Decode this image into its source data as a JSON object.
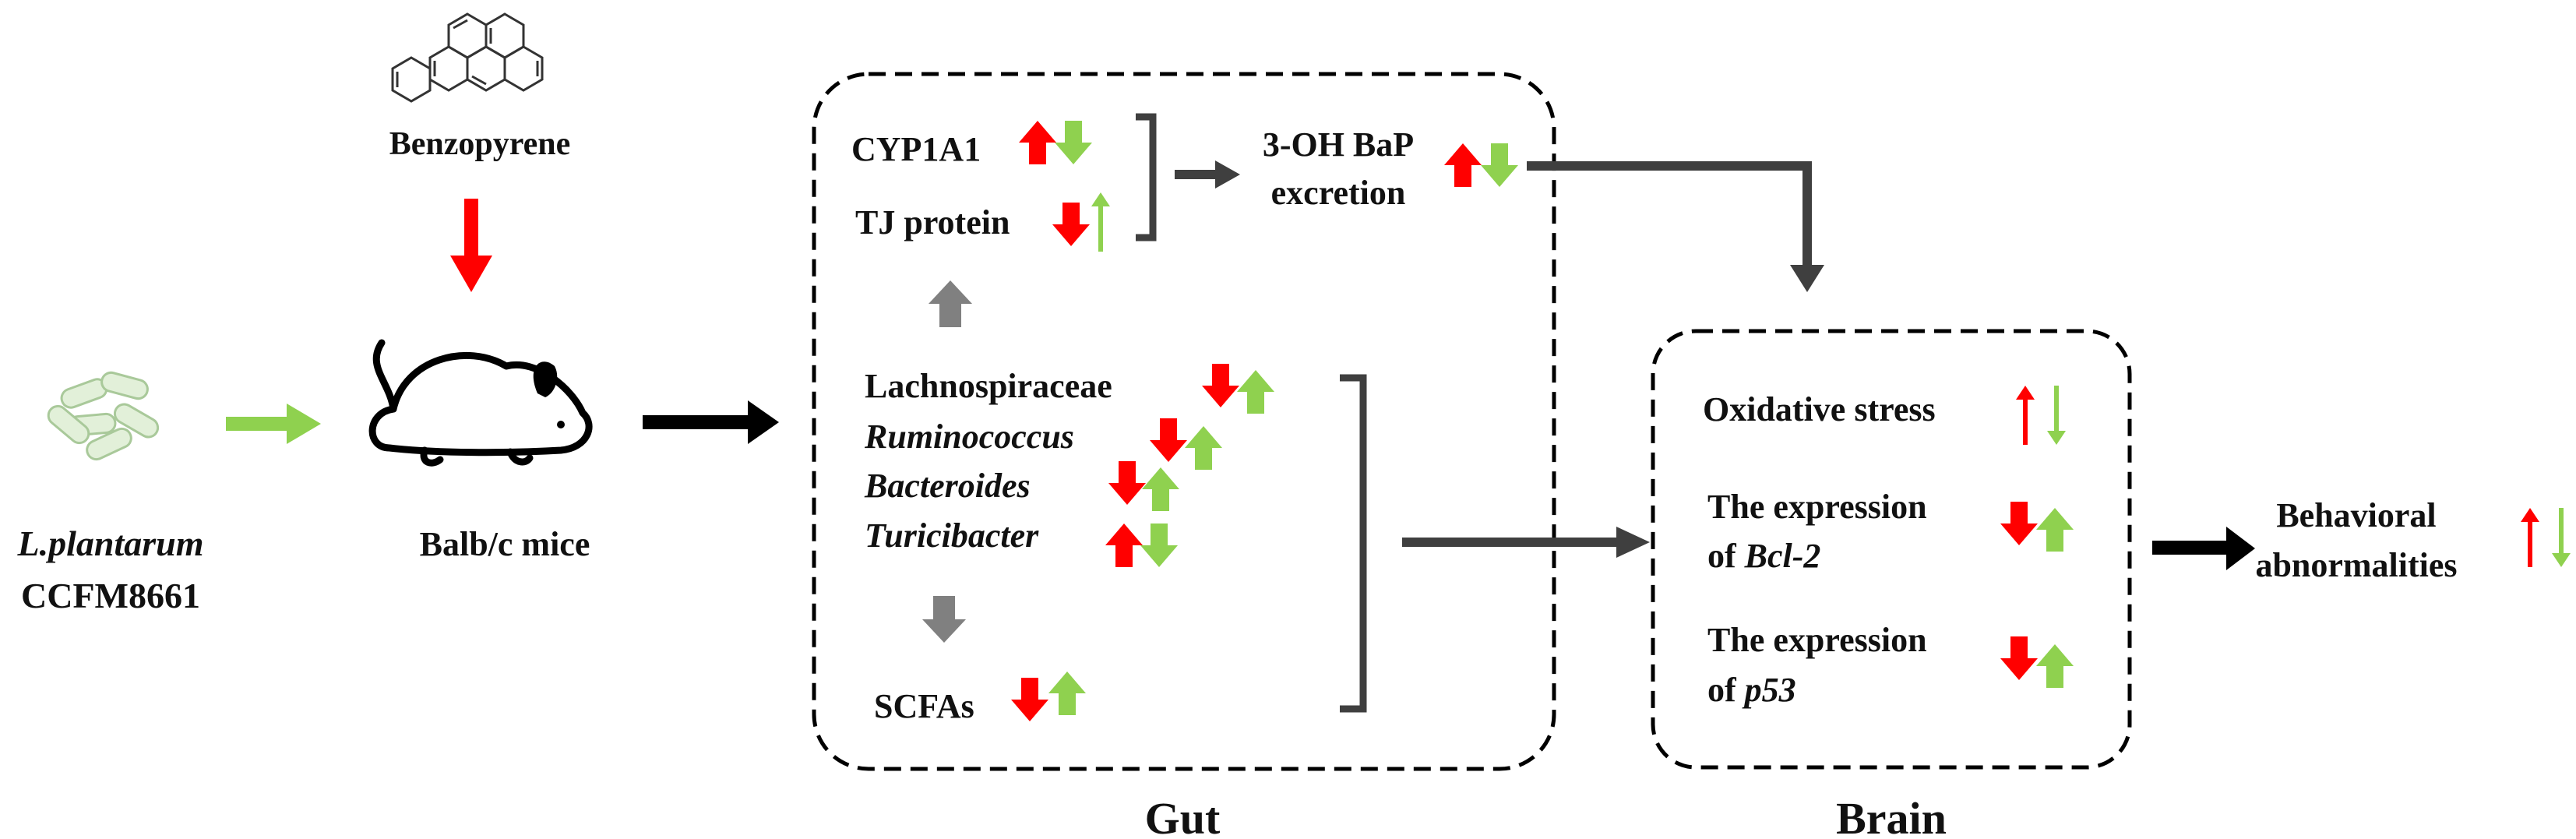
{
  "colors": {
    "up": "#ff0000",
    "down_green": "#8fd14f",
    "black": "#111111",
    "grey": "#808080",
    "dark": "#3f3f3f",
    "bacteria_fill": "#e2f0d9",
    "bacteria_stroke": "#a9c99a"
  },
  "inputs": {
    "compound_label": "Benzopyrene",
    "probiotic_name": "L.plantarum",
    "probiotic_strain": "CCFM8661",
    "mice_label": "Balb/c mice"
  },
  "gut": {
    "title": "Gut",
    "cyp": "CYP1A1",
    "tj": "TJ protein",
    "excretion_line1": "3-OH BaP",
    "excretion_line2": "excretion",
    "taxa": [
      "Lachnospiraceae",
      "Ruminococcus",
      "Bacteroides",
      "Turicibacter"
    ],
    "scfa": "SCFAs"
  },
  "brain": {
    "title": "Brain",
    "oxidative": "Oxidative stress",
    "expr_prefix": "The expression",
    "of": "of ",
    "bcl2": "Bcl-2",
    "p53": "p53"
  },
  "outcome": {
    "line1": "Behavioral",
    "line2": "abnormalities"
  },
  "icons": [
    "benzopyrene-structure-icon",
    "bacteria-icon",
    "mouse-icon"
  ]
}
